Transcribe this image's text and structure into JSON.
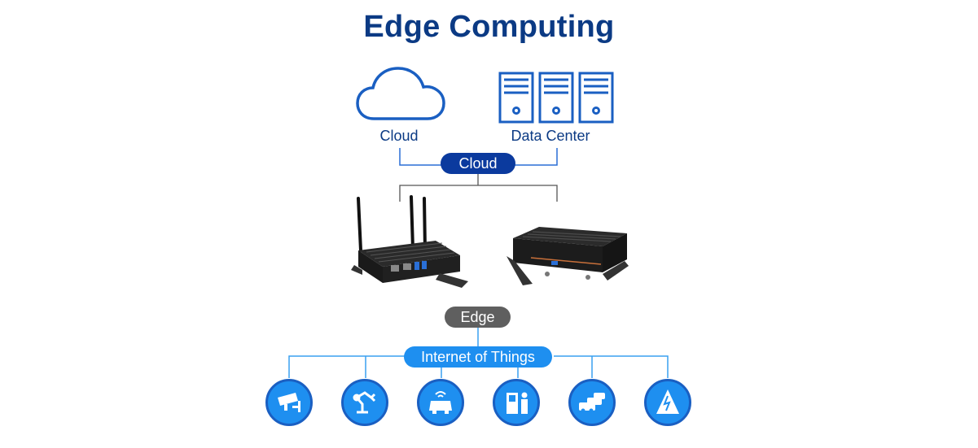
{
  "title": "Edge Computing",
  "labels": {
    "cloud": "Cloud",
    "data_center": "Data Center"
  },
  "pills": {
    "cloud": "Cloud",
    "edge": "Edge",
    "iot": "Internet of Things"
  },
  "iot_icons": [
    "security-camera-icon",
    "robotic-arm-icon",
    "vehicle-wifi-icon",
    "kiosk-person-icon",
    "traffic-cars-icon",
    "mountain-icon"
  ],
  "colors": {
    "title": "#0b3a84",
    "cloud_pill": "#0b3a9e",
    "edge_pill": "#5f5f5f",
    "iot_pill": "#1e8ff0",
    "line_blue": "#2a6fd6",
    "line_gray": "#555555",
    "line_light": "#3aa0f0"
  }
}
